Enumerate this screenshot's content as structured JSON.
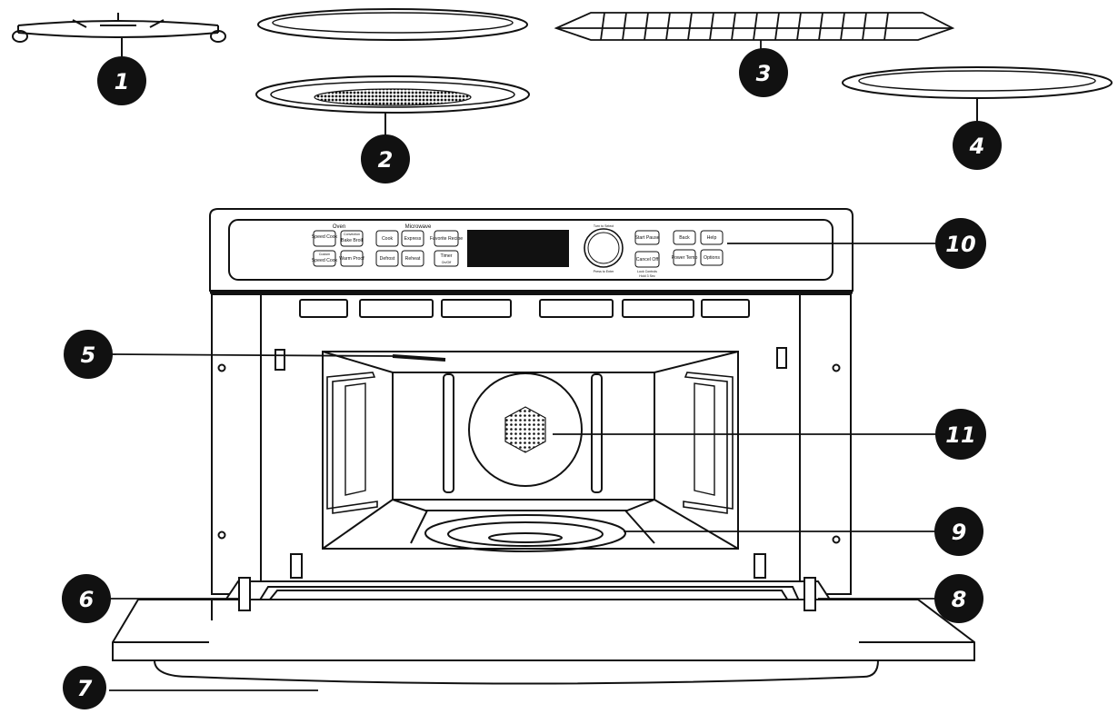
{
  "callouts": [
    {
      "label": "1"
    },
    {
      "label": "2"
    },
    {
      "label": "3"
    },
    {
      "label": "4"
    },
    {
      "label": "5"
    },
    {
      "label": "6"
    },
    {
      "label": "7"
    },
    {
      "label": "8"
    },
    {
      "label": "9"
    },
    {
      "label": "10"
    },
    {
      "label": "11"
    }
  ],
  "control_panel": {
    "oven_header": "Oven",
    "microwave_header": "Microwave",
    "speed_cook": "Speed Cook",
    "convection_bake_broil_small": "Convection",
    "convection_bake_broil": "Bake Broil",
    "custom_speed_cook_small": "Custom",
    "custom_speed_cook": "Speed Cook",
    "warm_proof": "Warm Proof",
    "cook": "Cook",
    "express": "Express",
    "defrost": "Defrost",
    "reheat": "Reheat",
    "favorite_recipe": "Favorite Recipe",
    "timer": "Timer",
    "timer_small": "On/Off",
    "dial_top": "Turn to Select",
    "dial_bottom": "Press to Enter",
    "start_pause": "Start Pause",
    "cancel_off": "Cancel Off",
    "lock_controls": "Lock Controls",
    "lock_hold": "Hold 3 Sec",
    "back": "Back",
    "help": "Help",
    "power_temp": "Power Temp",
    "options": "Options"
  }
}
